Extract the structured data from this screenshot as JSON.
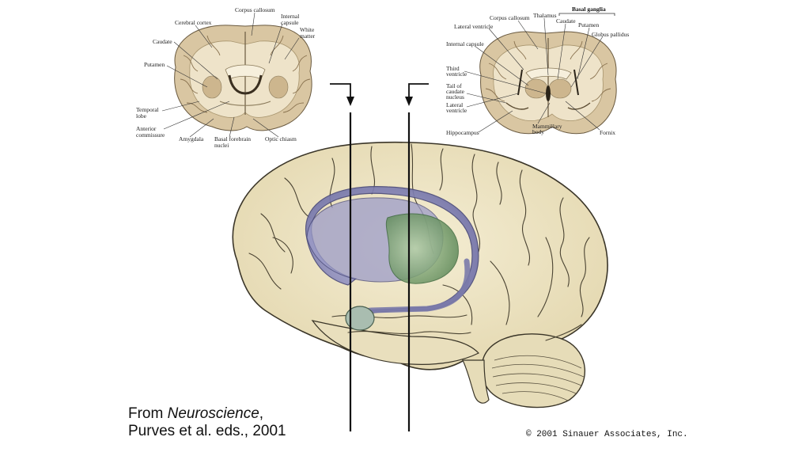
{
  "left_section_labels": {
    "corpus_callosum": "Corpus callosum",
    "internal_capsule_l1": "Internal",
    "internal_capsule_l2": "capsule",
    "cerebral_cortex": "Cerebral cortex",
    "white_matter_l1": "White",
    "white_matter_l2": "matter",
    "caudate": "Caudate",
    "putamen": "Putamen",
    "temporal_lobe_l1": "Temporal",
    "temporal_lobe_l2": "lobe",
    "anterior_commissure_l1": "Anterior",
    "anterior_commissure_l2": "commissure",
    "amygdala": "Amygdala",
    "basal_forebrain_l1": "Basal forebrain",
    "basal_forebrain_l2": "nuclei",
    "optic_chiasm": "Optic chiasm"
  },
  "right_section_labels": {
    "basal_ganglia": "Basal ganglia",
    "thalamus": "Thalamus",
    "corpus_callosum": "Corpus callosum",
    "caudate": "Caudate",
    "putamen": "Putamen",
    "lateral_ventricle_top": "Lateral ventricle",
    "globus_pallidus": "Globus pallidus",
    "internal_capsule": "Internal capsule",
    "third_ventricle_l1": "Third",
    "third_ventricle_l2": "ventricle",
    "tail_caudate_l1": "Tail of",
    "tail_caudate_l2": "caudate",
    "tail_caudate_l3": "nucleus",
    "lateral_ventricle_l1": "Lateral",
    "lateral_ventricle_l2": "ventricle",
    "hippocampus": "Hippocampus",
    "mammillary_l1": "Mammillary",
    "mammillary_l2": "body",
    "fornix": "Fornix"
  },
  "credit": {
    "prefix": "From ",
    "book": "Neuroscience",
    "suffix": ",",
    "line2": "Purves et al. eds., 2001"
  },
  "copyright": "© 2001 Sinauer Associates, Inc.",
  "colors": {
    "brain_fill": "#efe6c6",
    "brain_stroke": "#3a3528",
    "caudate_fill": "#8f8fc0",
    "putamen_fill": "#7fa37a",
    "amygdala_fill": "#a9bdb0"
  }
}
